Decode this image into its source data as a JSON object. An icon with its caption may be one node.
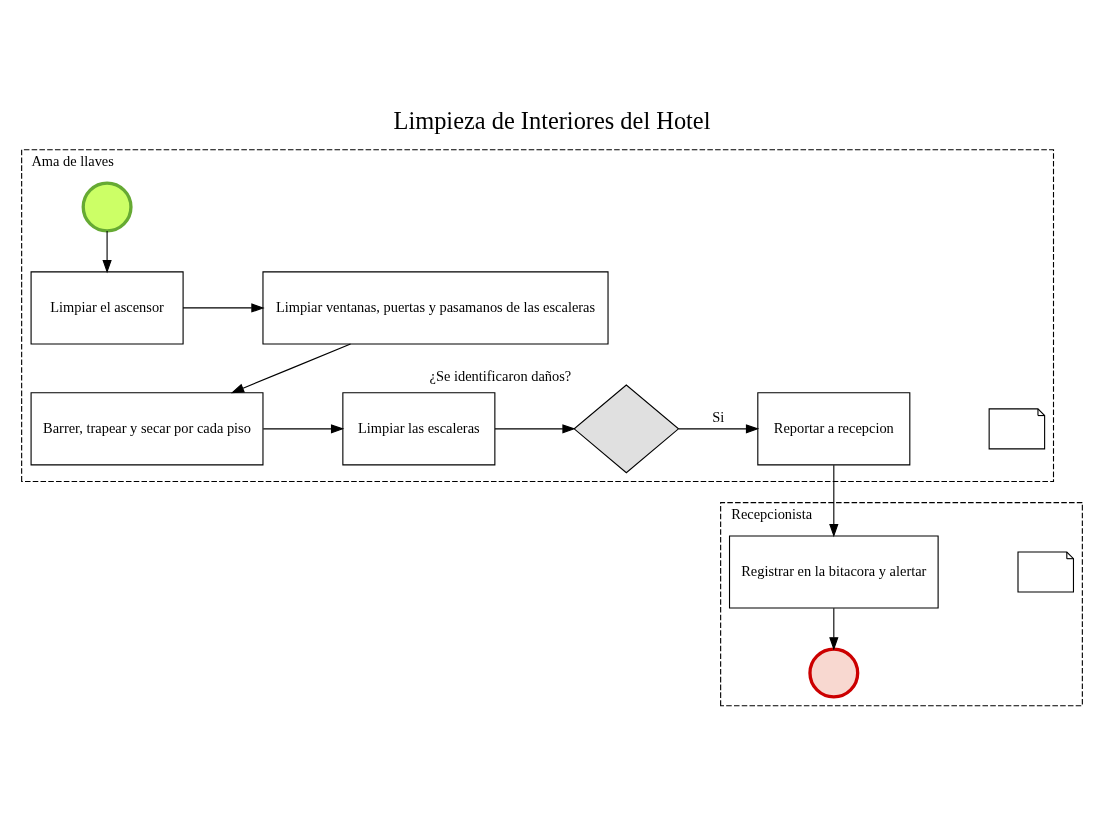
{
  "diagram": {
    "title": "Limpieza de Interiores del Hotel",
    "nodes": [
      {
        "text": [
          "Ama de llaves"
        ]
      },
      {
        "text": [],
        "shape": "circle",
        "in": 0
      },
      {
        "text": [
          "Limpiar el ascensor"
        ],
        "in": 0
      },
      {
        "text": [
          "Limpiar ventanas, puertas y pasamanos de las escaleras"
        ],
        "in": 0
      },
      {
        "text": [
          "Barrer, trapear y secar por cada piso"
        ],
        "in": 0
      },
      {
        "text": [
          "Limpiar las escaleras"
        ],
        "in": 0
      },
      {
        "text": [
          "¿Se identificaron daños?"
        ],
        "in": 0
      },
      {
        "text": [
          "Reportar a recepcion"
        ],
        "in": 0
      },
      {
        "text": [],
        "shape": "document",
        "in": 0
      },
      {
        "text": [
          "Recepcionista"
        ]
      },
      {
        "text": [
          "Registrar en la bitacora y alertar"
        ],
        "in": 9
      },
      {
        "text": [],
        "shape": "document",
        "in": 9
      },
      {
        "text": [],
        "shape": "circle",
        "in": 9
      }
    ],
    "edges": [
      {
        "from": 1,
        "to": 2,
        "arrow": "to"
      },
      {
        "from": 2,
        "to": 3,
        "arrow": "to"
      },
      {
        "from": 3,
        "to": 4,
        "arrow": "to"
      },
      {
        "from": 4,
        "to": 5,
        "arrow": "to"
      },
      {
        "from": 5,
        "to": 6,
        "arrow": "to"
      },
      {
        "from": 6,
        "to": 7,
        "arrow": "to",
        "label": "Si"
      },
      {
        "from": 7,
        "to": 10,
        "arrow": "to"
      },
      {
        "from": 10,
        "to": 12,
        "arrow": "to"
      }
    ]
  }
}
